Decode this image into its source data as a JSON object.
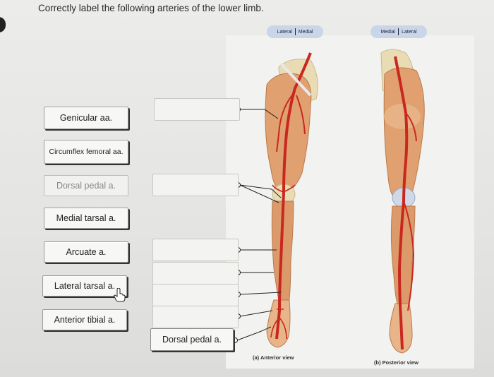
{
  "instruction": "Correctly label the following arteries of the lower limb.",
  "labels": [
    {
      "text": "Genicular aa.",
      "state": "normal"
    },
    {
      "text": "Circumflex femoral aa.",
      "state": "normal"
    },
    {
      "text": "Dorsal pedal a.",
      "state": "used"
    },
    {
      "text": "Medial tarsal a.",
      "state": "normal"
    },
    {
      "text": "Arcuate a.",
      "state": "normal"
    },
    {
      "text": "Lateral tarsal a.",
      "state": "normal"
    },
    {
      "text": "Anterior tibial a.",
      "state": "normal"
    }
  ],
  "drop_zones": [
    {
      "value": ""
    },
    {
      "value": ""
    },
    {
      "value": ""
    },
    {
      "value": ""
    },
    {
      "value": ""
    },
    {
      "value": ""
    },
    {
      "value": "Dorsal pedal a."
    }
  ],
  "figure": {
    "anterior": {
      "orientation_left": "Lateral",
      "orientation_right": "Medial",
      "caption": "(a) Anterior view"
    },
    "posterior": {
      "orientation_left": "Medial",
      "orientation_right": "Lateral",
      "caption": "(b) Posterior view"
    }
  },
  "colors": {
    "skin": "#e8b58a",
    "muscle": "#dc9a6a",
    "artery": "#c8281e",
    "bone": "#e9dcb4",
    "orientation_pill": "#c9d6ea"
  },
  "icons": [
    "hand-pointer-icon"
  ]
}
